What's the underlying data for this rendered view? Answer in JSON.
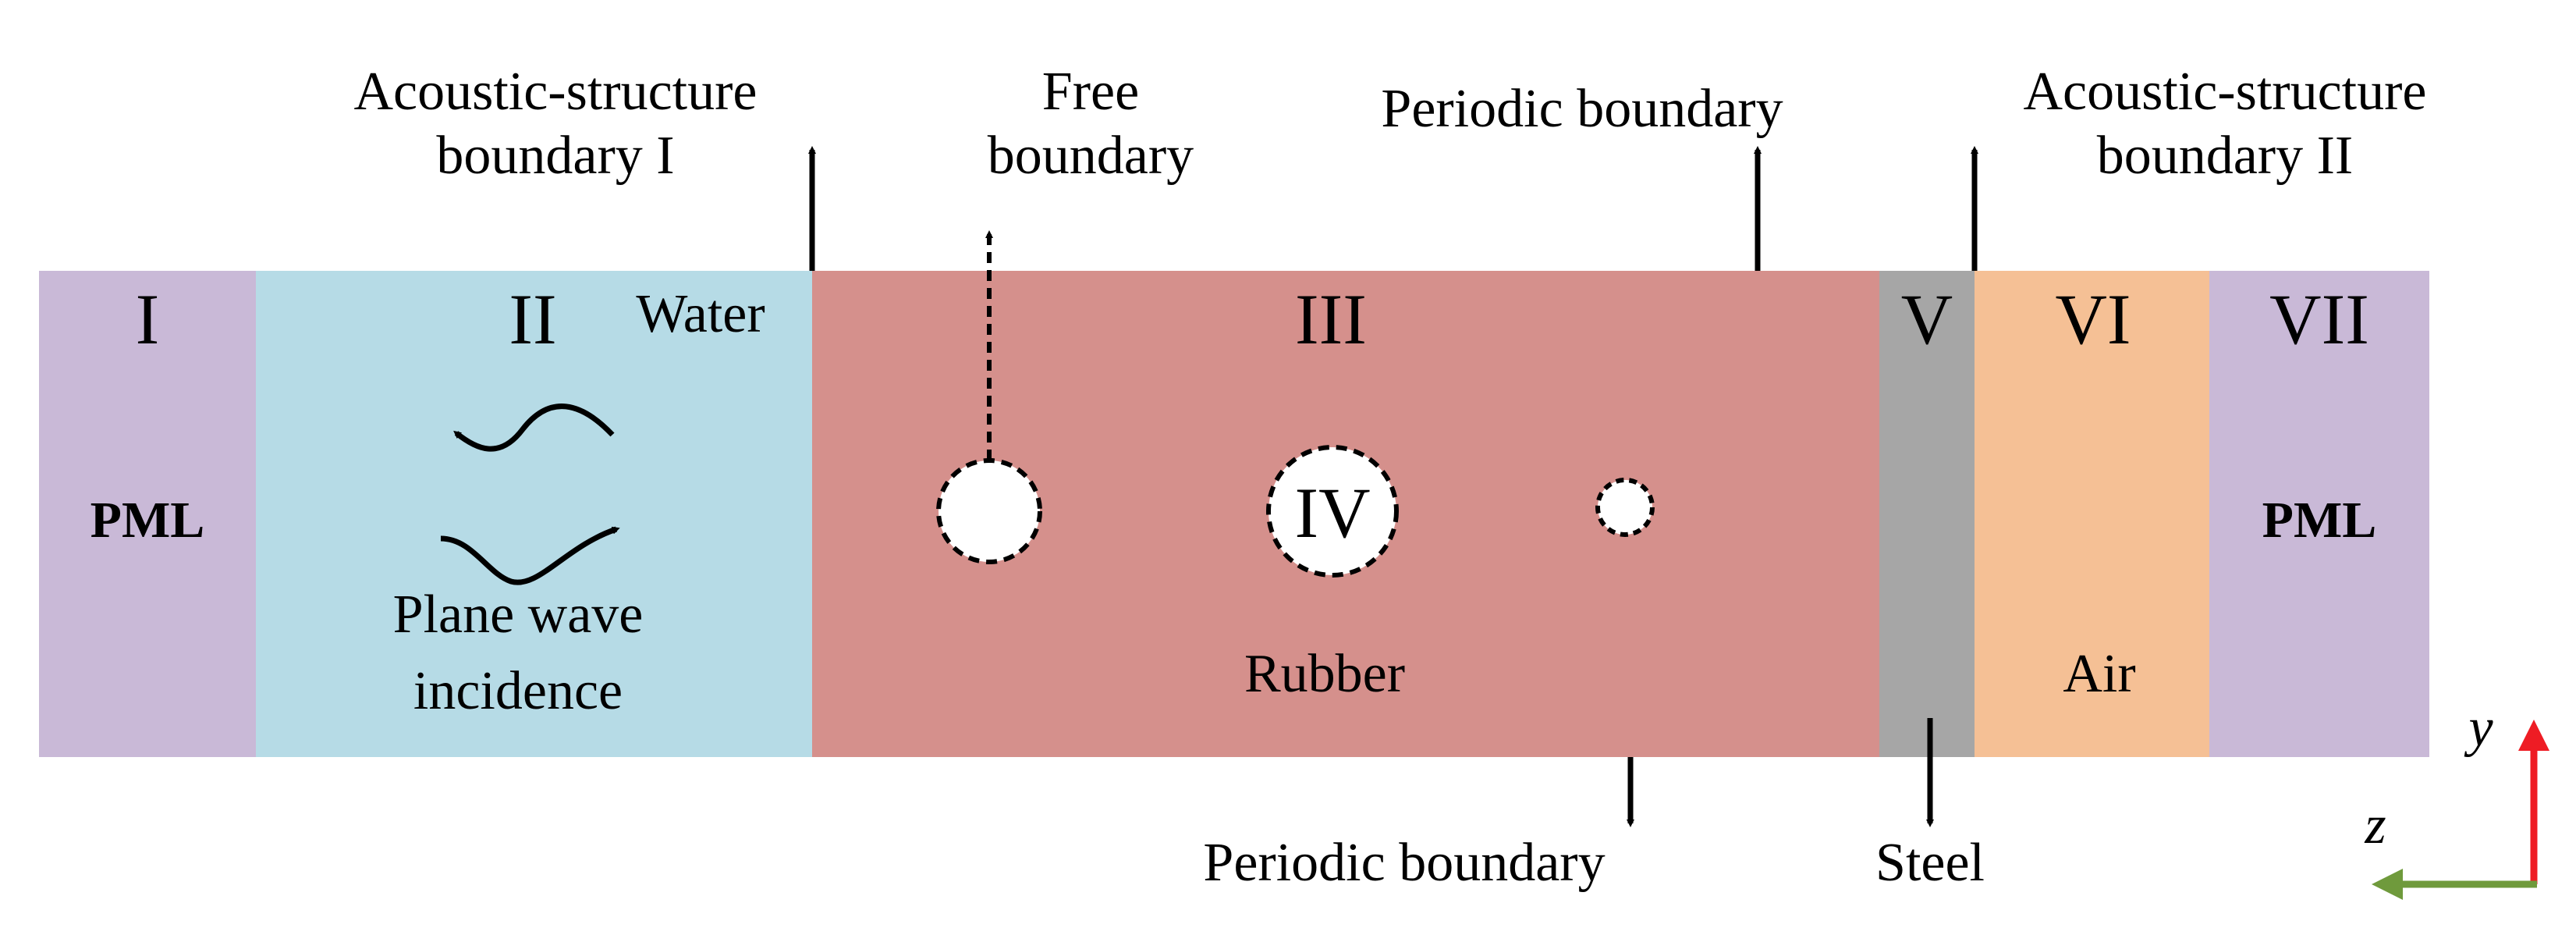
{
  "regions": {
    "r1": {
      "numeral": "I",
      "label": "PML",
      "color": "#c9b9d7"
    },
    "r2": {
      "numeral": "II",
      "medium": "Water",
      "caption_line1": "Plane wave",
      "caption_line2": "incidence",
      "color": "#b6dbe6"
    },
    "r3": {
      "numeral": "III",
      "medium": "Rubber",
      "color": "#d5908c"
    },
    "r4": {
      "numeral": "IV"
    },
    "r5": {
      "numeral": "V",
      "color": "#a6a6a6"
    },
    "r6": {
      "numeral": "VI",
      "medium": "Air",
      "color": "#f5c095"
    },
    "r7": {
      "numeral": "VII",
      "label": "PML",
      "color": "#c9b9d7"
    }
  },
  "annotations": {
    "acoustic_structure_1_line1": "Acoustic-structure",
    "acoustic_structure_1_line2": "boundary I",
    "free_boundary_line1": "Free",
    "free_boundary_line2": "boundary",
    "periodic_boundary_top": "Periodic boundary",
    "acoustic_structure_2_line1": "Acoustic-structure",
    "acoustic_structure_2_line2": "boundary II",
    "periodic_boundary_bottom": "Periodic boundary",
    "steel": "Steel"
  },
  "axes": {
    "y_label": "y",
    "z_label": "z",
    "y_color": "#ee1c24",
    "z_color": "#6f9a3c"
  }
}
